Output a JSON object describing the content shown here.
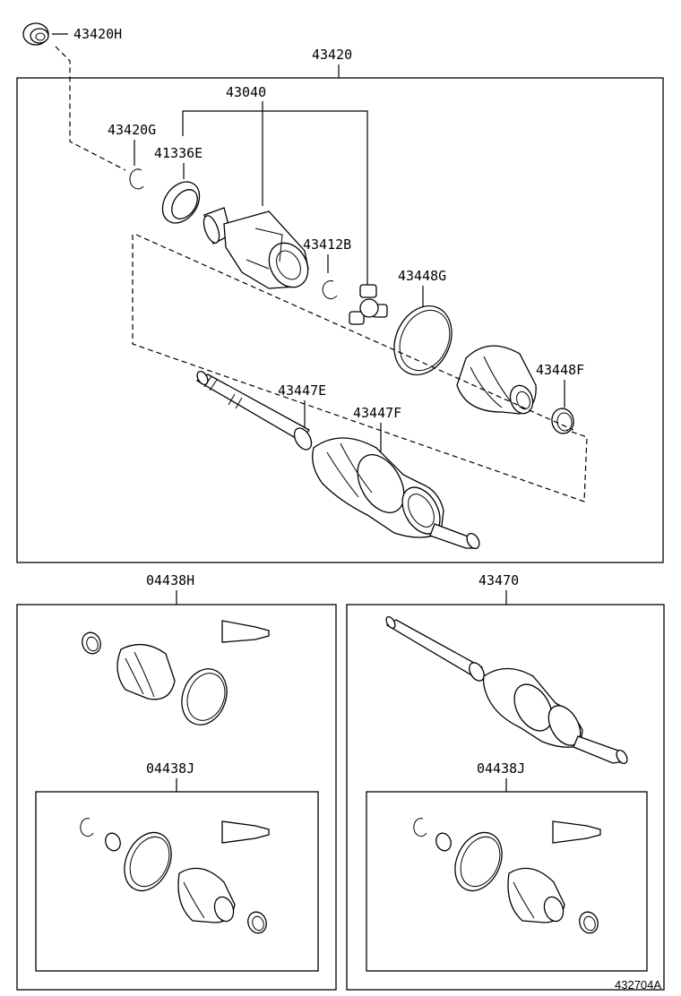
{
  "labels": {
    "p43420H": "43420H",
    "p43420": "43420",
    "p43040": "43040",
    "p43420G": "43420G",
    "p41336E": "41336E",
    "p43412B": "43412B",
    "p43448G": "43448G",
    "p43448F": "43448F",
    "p43447E": "43447E",
    "p43447F": "43447F",
    "p04438H": "04438H",
    "p43470": "43470",
    "p04438J_left": "04438J",
    "p04438J_right": "04438J"
  },
  "figure_code": "432704A"
}
